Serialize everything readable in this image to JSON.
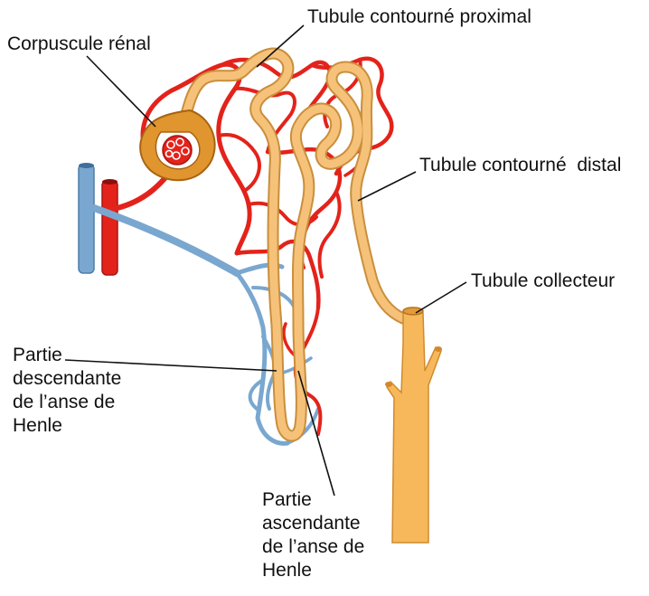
{
  "labels": {
    "proximal": "Tubule contourné proximal",
    "corpuscule": "Corpuscule rénal",
    "distal": "Tubule contourné  distal",
    "collecteur": "Tubule collecteur",
    "descendante": [
      "Partie",
      "descendante",
      "de l’anse de",
      "Henle"
    ],
    "ascendante": [
      "Partie",
      "ascendante",
      "de l’anse de",
      "Henle"
    ]
  },
  "colors": {
    "artery": "#e3231b",
    "vein": "#79a7cf",
    "tubule": "#f6c27a",
    "tubule_outline": "#c98f3c",
    "collecting_duct": "#f7b85c",
    "capsule": "#e0952e",
    "leader_line": "#111111"
  }
}
